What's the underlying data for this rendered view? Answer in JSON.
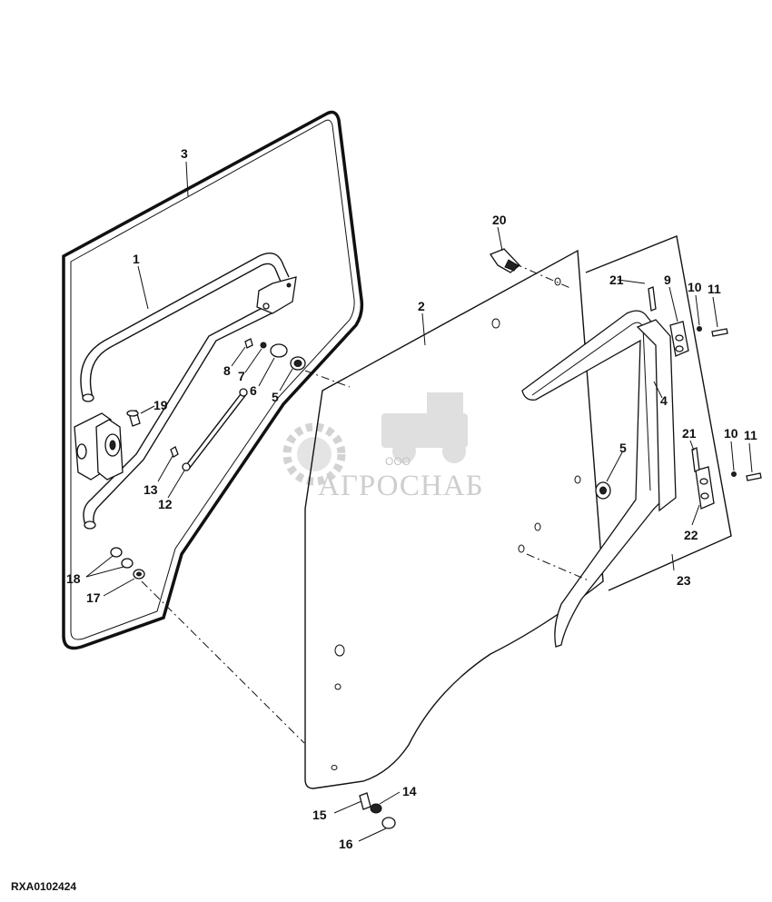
{
  "figure_code": "RXA0102424",
  "watermark": {
    "company": "АГРОСНАБ",
    "prefix": "ООО"
  },
  "callouts": {
    "c1": "1",
    "c2": "2",
    "c3": "3",
    "c4": "4",
    "c5a": "5",
    "c5b": "5",
    "c6": "6",
    "c7": "7",
    "c8": "8",
    "c9": "9",
    "c10a": "10",
    "c10b": "10",
    "c11a": "11",
    "c11b": "11",
    "c12": "12",
    "c13": "13",
    "c14": "14",
    "c15": "15",
    "c16": "16",
    "c17": "17",
    "c18": "18",
    "c19": "19",
    "c20": "20",
    "c21a": "21",
    "c21b": "21",
    "c22": "22",
    "c23": "23"
  }
}
